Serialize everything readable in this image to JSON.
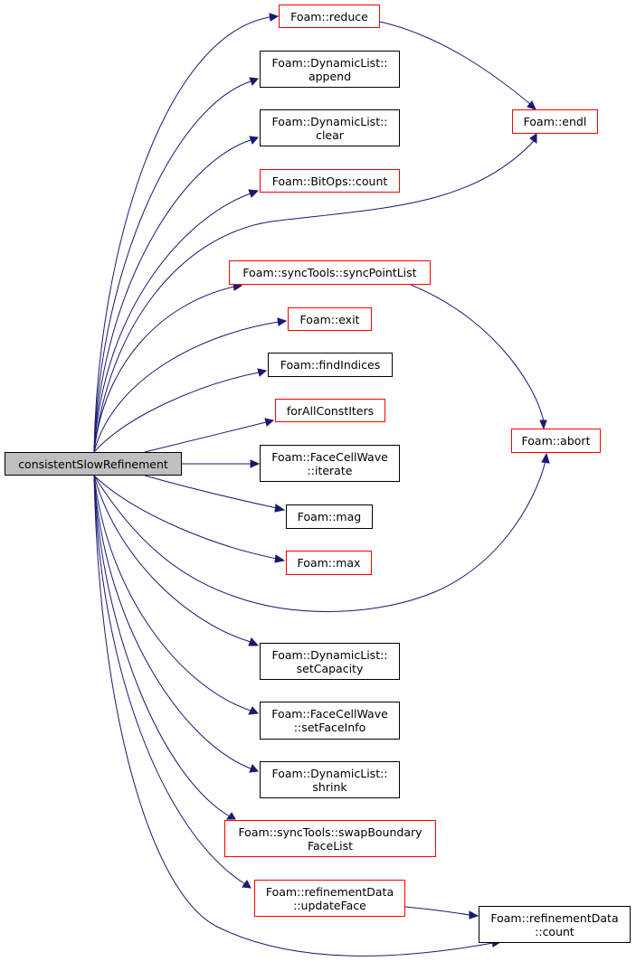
{
  "colors": {
    "edge": "#191970",
    "red_border": "#ff0000",
    "black_border": "#000000",
    "root_fill": "#bfbfbf"
  },
  "nodes": {
    "root": {
      "lines": [
        "consistentSlowRefinement"
      ]
    },
    "reduce": {
      "lines": [
        "Foam::reduce"
      ]
    },
    "append": {
      "lines": [
        "Foam::DynamicList::",
        "append"
      ]
    },
    "clear": {
      "lines": [
        "Foam::DynamicList::",
        "clear"
      ]
    },
    "bitops_count": {
      "lines": [
        "Foam::BitOps::count"
      ]
    },
    "endl": {
      "lines": [
        "Foam::endl"
      ]
    },
    "syncPointList": {
      "lines": [
        "Foam::syncTools::syncPointList"
      ]
    },
    "exit": {
      "lines": [
        "Foam::exit"
      ]
    },
    "findIndices": {
      "lines": [
        "Foam::findIndices"
      ]
    },
    "forAllConstIters": {
      "lines": [
        "forAllConstIters"
      ]
    },
    "abort": {
      "lines": [
        "Foam::abort"
      ]
    },
    "iterate": {
      "lines": [
        "Foam::FaceCellWave",
        "::iterate"
      ]
    },
    "mag": {
      "lines": [
        "Foam::mag"
      ]
    },
    "max": {
      "lines": [
        "Foam::max"
      ]
    },
    "setCapacity": {
      "lines": [
        "Foam::DynamicList::",
        "setCapacity"
      ]
    },
    "setFaceInfo": {
      "lines": [
        "Foam::FaceCellWave",
        "::setFaceInfo"
      ]
    },
    "shrink": {
      "lines": [
        "Foam::DynamicList::",
        "shrink"
      ]
    },
    "swapBoundary": {
      "lines": [
        "Foam::syncTools::swapBoundary",
        "FaceList"
      ]
    },
    "updateFace": {
      "lines": [
        "Foam::refinementData",
        "::updateFace"
      ]
    },
    "refdata_count": {
      "lines": [
        "Foam::refinementData",
        "::count"
      ]
    }
  }
}
